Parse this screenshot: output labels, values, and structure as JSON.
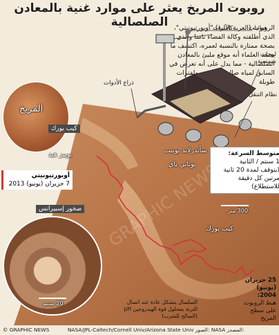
{
  "title": "روبوت المريخ يعثر على موارد غنية بالمعادن الصلصالية",
  "intro": "الروبوت (العربة الآلية) \"أوبورتيونيتي\"، الذي أطلقته وكالة الفضاء ناسا والذي يتمتع بصحة ممتازة بالنسبة لعمره، اكتشف ما يعتقد العلماء أنه موقع مليئ بالمعادن الصلصالية - مما يدل على أنه تعرض في السابق لمياه صالحة للشرب ولفترات طويلة",
  "rover_labels": {
    "antennas": "هوائيات",
    "cameras": "كاميرات",
    "solar_panels": "لوحات شمسية",
    "tool_arm": "ذراع الأدوات",
    "mobility": "نظام التنقل"
  },
  "mars": {
    "label": "المريخ",
    "site": "كيب يورك"
  },
  "map": {
    "places": {
      "solander": "سأندرلاند بوينت",
      "botany": "بوتاني باي",
      "nobbys": "نوبيز هيد",
      "cape_york": "كيب يورك"
    },
    "scale": "300 متر"
  },
  "opportunity": {
    "name": "أوبورتيونيتي",
    "date": "7 حزيران (يونيو) 2013"
  },
  "speed": {
    "heading": "متوسط السرعة:",
    "line1": "1 سنتم / الثانية",
    "line2": "(يتوقف لمدة 20 ثانية",
    "line3": "مرتين كل دقيقة",
    "line4": "للاستطلاع)"
  },
  "esperance": {
    "title": "صخور إسبيرانس",
    "scale": "20 سنتم",
    "caption": "الصلصال يتشكل عادة عند اتصال التربة بمحلول قوة الهيدروجين pH (الصالح للشرب)"
  },
  "landing": {
    "date": "25 حزيران (يونيو) 2004:",
    "text": "هبط الروبوت على سطح المريخ"
  },
  "footer": {
    "credit": "© GRAPHIC NEWS",
    "source_label": "الصور:",
    "source": "NASA/JPL-Caltech/Cornell Univ/Arizona State Univ",
    "source2_label": "المصدر:",
    "source2": "NASA"
  },
  "watermark": "GRAPHIC NEWS",
  "colors": {
    "route": "#d6323a",
    "terrain_dark": "#a4653f",
    "terrain_light": "#d8a67a",
    "badge_gray": "#4a4a4a"
  }
}
